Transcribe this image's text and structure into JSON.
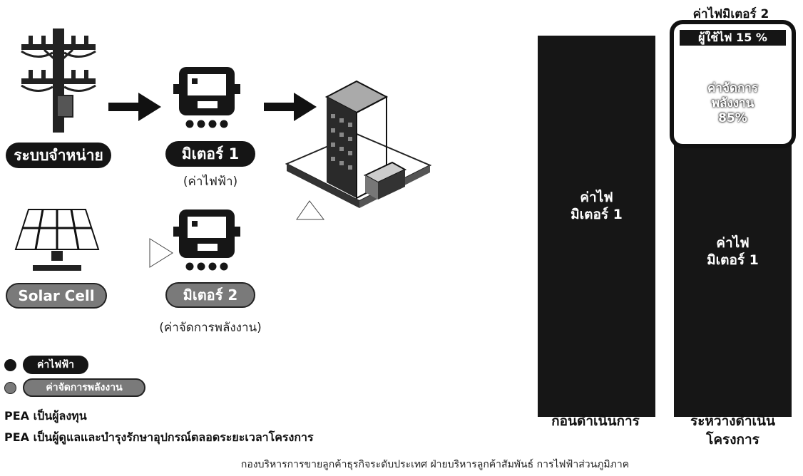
{
  "left": {
    "grid_label": "ระบบจำหน่าย",
    "meter1_label": "มิเตอร์ 1",
    "meter1_sub": "(ค่าไฟฟ้า)",
    "solar_label": "Solar Cell",
    "meter2_label": "มิเตอร์ 2",
    "meter2_sub": "(ค่าจัดการพลังงาน)"
  },
  "legend": {
    "electricity": "ค่าไฟฟ้า",
    "energy_mgmt": "ค่าจัดการพลังงาน"
  },
  "notes": {
    "line1": "PEA เป็นผู้ลงทุน",
    "line2": "PEA เป็นผู้ดูแลและบำรุงรักษาอุปกรณ์ตลอดระยะเวลาโครงการ"
  },
  "footer": "กองบริหารการขายลูกค้าธุรกิจระดับประเทศ ฝ่ายบริหารลูกค้าสัมพันธ์ การไฟฟ้าส่วนภูมิภาค",
  "bars": {
    "before_text_line1": "ค่าไฟ",
    "before_text_line2": "มิเตอร์ 1",
    "during_text_line1": "ค่าไฟ",
    "during_text_line2": "มิเตอร์ 1",
    "meter2_title": "ค่าไฟมิเตอร์ 2",
    "savings_label": "ผู้ใช้ไฟ 15 %",
    "mgmt_line1": "ค่าจัดการ",
    "mgmt_line2": "พลังงาน",
    "mgmt_line3": "85%",
    "before_caption": "ก่อนดำเนินการ",
    "during_caption_line1": "ระหว่างดำเนิน",
    "during_caption_line2": "โครงการ"
  },
  "colors": {
    "solid": "#151515",
    "textured": "#7a7a7a",
    "background": "#ffffff"
  }
}
